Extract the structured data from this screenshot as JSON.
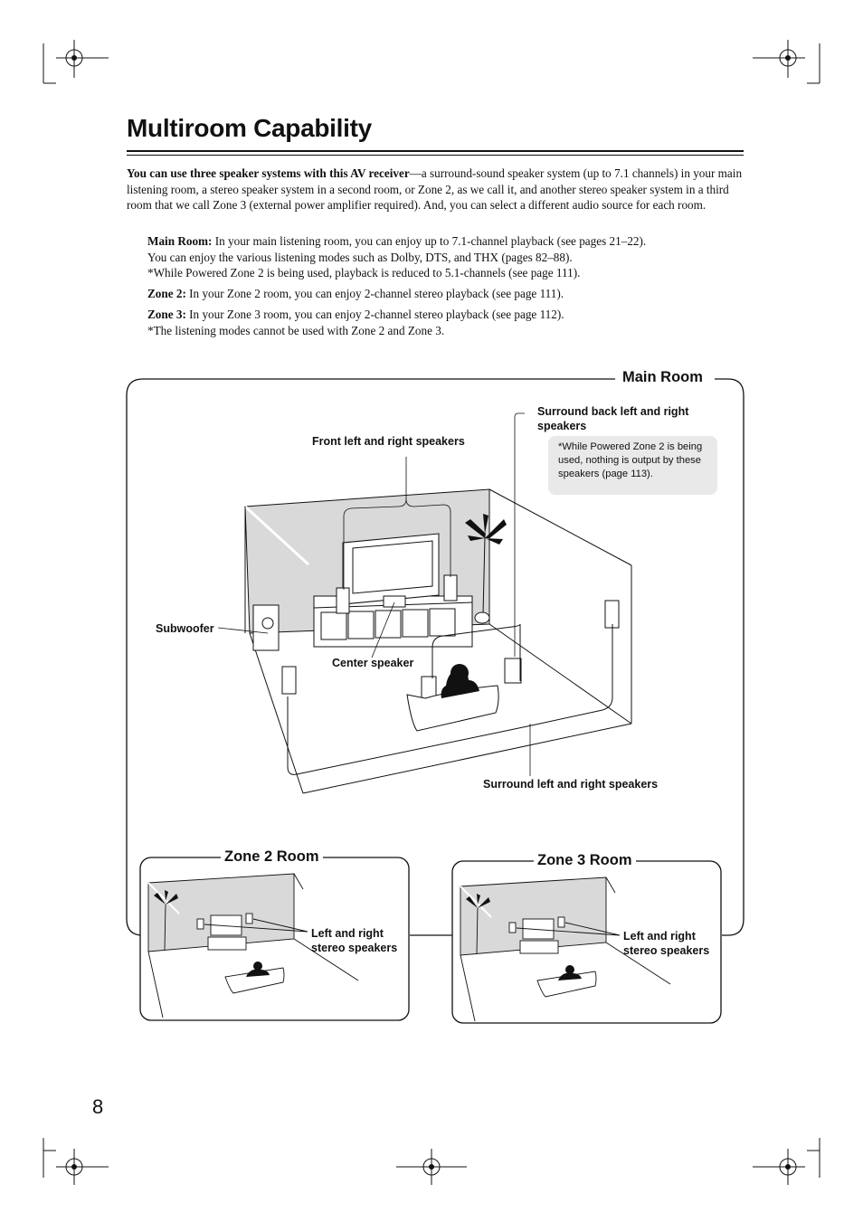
{
  "title": "Multiroom Capability",
  "intro": {
    "bold": "You can use three speaker systems with this AV receiver",
    "text": "—a surround-sound speaker system (up to 7.1 channels) in your main listening room, a stereo speaker system in a second room, or Zone 2, as we call it, and another stereo speaker system in a third room that we call Zone 3 (external power amplifier required). And, you can select a different audio source for each room."
  },
  "main_room": {
    "label": "Main Room:",
    "line1": " In your main listening room, you can enjoy up to 7.1-channel playback (see pages 21–22).",
    "line2": "You can enjoy the various listening modes such as Dolby, DTS, and THX (pages 82–88).",
    "line3": "*While Powered Zone 2 is being used, playback is reduced to 5.1-channels (see page 111)."
  },
  "zone2": {
    "label": "Zone 2:",
    "text": " In your Zone 2 room, you can enjoy 2-channel stereo playback (see page 111)."
  },
  "zone3": {
    "label": "Zone 3:",
    "text": " In your Zone 3 room, you can enjoy 2-channel stereo playback (see page 112).",
    "note": "*The listening modes cannot be used with Zone 2 and Zone 3."
  },
  "diagram": {
    "main_room_title": "Main Room",
    "surround_back_line1": "Surround back left and right",
    "surround_back_line2": "speakers",
    "note_line1": "*While Powered Zone 2 is being",
    "note_line2": "used, nothing is output by these",
    "note_line3": "speakers (page 113).",
    "front_speakers": "Front left and right speakers",
    "subwoofer": "Subwoofer",
    "center_speaker": "Center speaker",
    "surround_speakers": "Surround left and right speakers",
    "zone2_title": "Zone 2 Room",
    "zone3_title": "Zone 3 Room",
    "stereo_line1": "Left and right",
    "stereo_line2": "stereo speakers"
  },
  "page_number": "8"
}
